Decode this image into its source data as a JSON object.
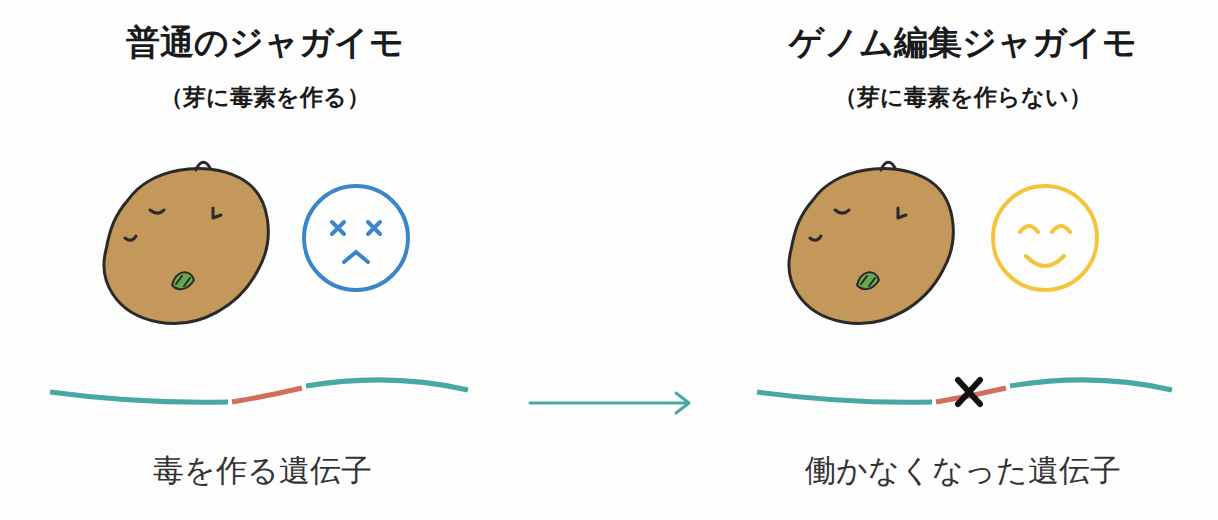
{
  "diagram": {
    "labels": [
      "普通のジャガイモ",
      "（芽に毒素を作る）",
      "ゲノム編集ジャガイモ",
      "（芽に毒素を作らない）",
      "毒を作る遺伝子",
      "働かなくなった遺伝子"
    ]
  }
}
